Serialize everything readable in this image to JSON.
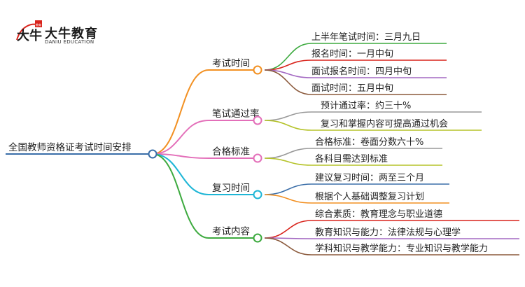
{
  "logo": {
    "brand": "大牛教育",
    "sub": "DANIU EDUCATION",
    "mark_text": "大牛",
    "seal_text": "教育",
    "accent_color": "#d9241c"
  },
  "mindmap": {
    "root": {
      "label": "全国教师资格证考试时间安排",
      "color": "#3a6ea8"
    },
    "branches": [
      {
        "label": "考试时间",
        "color": "#f29022",
        "leaves": [
          {
            "label": "上半年笔试时间：三月九日",
            "color": "#3daa3f"
          },
          {
            "label": "报名时间：一月中旬",
            "color": "#d9241c"
          },
          {
            "label": "面试报名时间：四月中旬",
            "color": "#a368c2"
          },
          {
            "label": "面试时间：五月中旬",
            "color": "#8b5a3c"
          }
        ]
      },
      {
        "label": "笔试通过率",
        "color": "#e36fb9",
        "leaves": [
          {
            "label": "预计通过率：约三十%",
            "color": "#999999"
          },
          {
            "label": "复习和掌握内容可提高通过机会",
            "color": "#b5c32a"
          }
        ]
      },
      {
        "label": "合格标准",
        "color": "#e36fb9",
        "leaves": [
          {
            "label": "合格标准：卷面分数六十%",
            "color": "#999999"
          },
          {
            "label": "各科目需达到标准",
            "color": "#b5c32a"
          }
        ]
      },
      {
        "label": "复习时间",
        "color": "#1fb6d6",
        "leaves": [
          {
            "label": "建议复习时间：两至三个月",
            "color": "#3a6ea8"
          },
          {
            "label": "根据个人基础调整复习计划",
            "color": "#f29022"
          }
        ]
      },
      {
        "label": "考试内容",
        "color": "#3daa3f",
        "leaves": [
          {
            "label": "综合素质：教育理念与职业道德",
            "color": "#d9241c"
          },
          {
            "label": "教育知识与能力：法律法规与心理学",
            "color": "#a368c2"
          },
          {
            "label": "学科知识与教学能力：专业知识与教学能力",
            "color": "#8b5a3c"
          }
        ]
      }
    ]
  }
}
